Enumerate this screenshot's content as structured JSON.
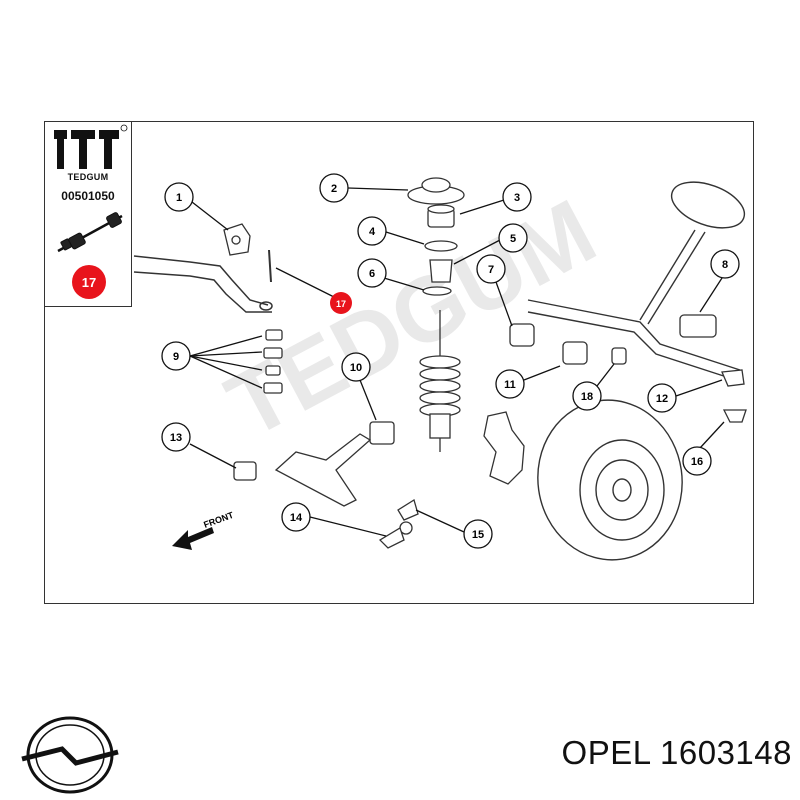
{
  "inset": {
    "brand": "TEDGUM",
    "part_number": "00501050",
    "highlight_label": "17",
    "highlight_color": "#e8141c"
  },
  "watermark": "TEDGUM",
  "front_label": "FRONT",
  "callouts": [
    "1",
    "2",
    "3",
    "4",
    "5",
    "6",
    "7",
    "8",
    "9",
    "10",
    "11",
    "12",
    "13",
    "14",
    "15",
    "16",
    "17",
    "18"
  ],
  "footer": {
    "text": "OPEL 1603148",
    "logo": "opel-logo-icon"
  }
}
